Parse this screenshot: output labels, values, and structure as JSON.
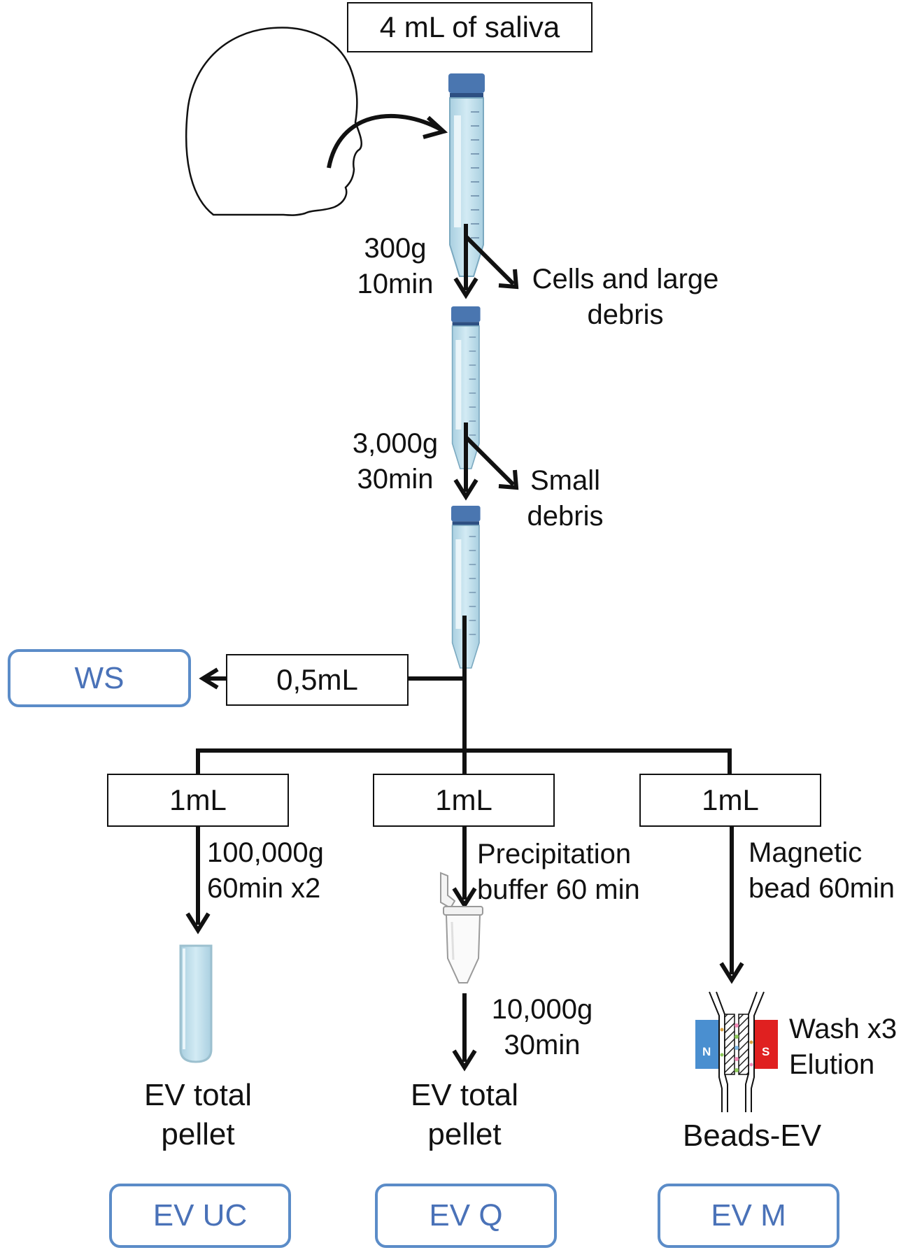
{
  "source": {
    "label": "4 mL of saliva"
  },
  "steps": {
    "spin1": {
      "condition": "300g\n10min",
      "removed": "Cells and large\ndebris"
    },
    "spin2": {
      "condition": "3,000g\n30min",
      "removed": "Small\ndebris"
    }
  },
  "aliquot_ws": {
    "volume": "0,5mL",
    "target": "WS"
  },
  "branches": [
    {
      "volume": "1mL",
      "step": "100,000g\n60min x2",
      "product": "EV total\npellet",
      "method": "EV UC"
    },
    {
      "volume": "1mL",
      "step": "Precipitation\nbuffer 60 min",
      "step2": "10,000g\n30min",
      "product": "EV total\npellet",
      "method": "EV Q"
    },
    {
      "volume": "1mL",
      "step": "Magnetic\nbead 60min",
      "step2": "Wash x3\nElution",
      "product": "Beads-EV",
      "method": "EV M"
    }
  ],
  "magnet": {
    "north": "N",
    "south": "S"
  },
  "colors": {
    "method_box_border": "#5b8cc8",
    "method_text": "#4a72b8",
    "tube_liquid": "#bcdbe8",
    "tube_cap": "#4a76b0",
    "magnet_north": "#4a8fd0",
    "magnet_south": "#e02020"
  }
}
